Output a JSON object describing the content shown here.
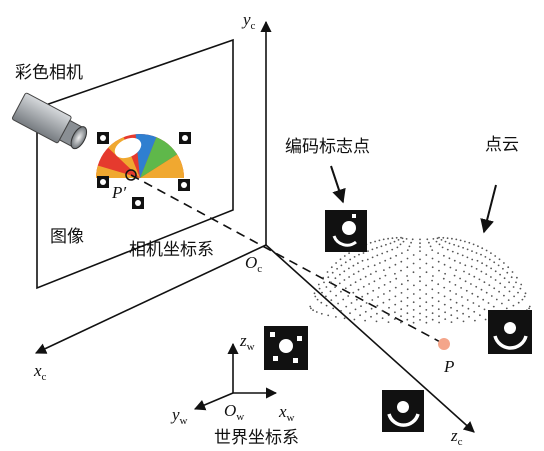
{
  "labels": {
    "color_camera": "彩色相机",
    "image": "图像",
    "camera_frame": "相机坐标系",
    "coded_marker": "编码标志点",
    "point_cloud": "点云",
    "world_frame": "世界坐标系"
  },
  "axes": {
    "camera": {
      "y": {
        "base": "y",
        "sub": "c"
      },
      "x": {
        "base": "x",
        "sub": "c"
      },
      "z": {
        "base": "z",
        "sub": "c"
      },
      "origin": {
        "base": "O",
        "sub": "c"
      }
    },
    "world": {
      "z": {
        "base": "z",
        "sub": "w"
      },
      "y": {
        "base": "y",
        "sub": "w"
      },
      "x": {
        "base": "x",
        "sub": "w"
      },
      "origin": {
        "base": "O",
        "sub": "w"
      }
    }
  },
  "points": {
    "image_point": "P′",
    "world_point": "P"
  },
  "colors": {
    "line": "#111111",
    "point_cloud": "#555555",
    "projection_point": "#f4a58a",
    "pie_red": "#e53a2e",
    "pie_orange": "#f0a830",
    "pie_green": "#5fb84a",
    "pie_blue": "#2f7fd0",
    "camera_body": "#9ea3a8"
  },
  "icons": [
    "camera-icon",
    "coded-marker-icon",
    "pointer-arrow-icon"
  ]
}
